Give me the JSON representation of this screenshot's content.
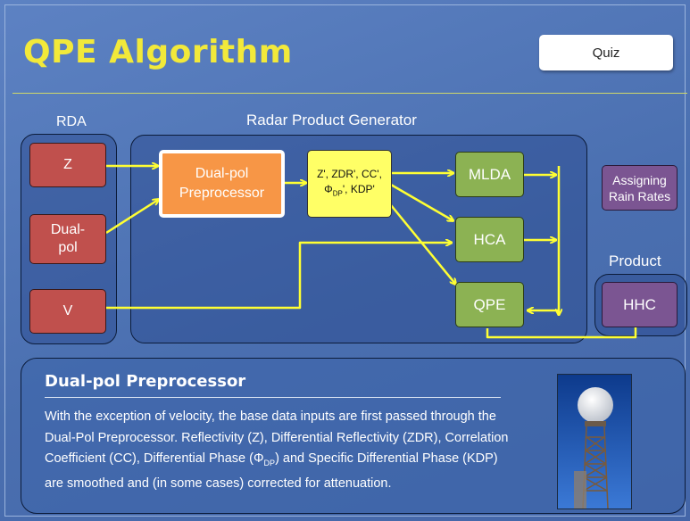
{
  "title": "QPE Algorithm",
  "quiz_label": "Quiz",
  "groups": {
    "rda": "RDA",
    "rpg": "Radar Product Generator",
    "product": "Product"
  },
  "nodes": {
    "z": "Z",
    "dualpol_line1": "Dual-",
    "dualpol_line2": "pol",
    "v": "V",
    "preproc_line1": "Dual-pol",
    "preproc_line2": "Preprocessor",
    "vars_line1": "Z', ZDR', CC',",
    "vars_line2_phi": "Φ",
    "vars_line2_sub": "DP",
    "vars_line2_rest": "', KDP'",
    "mlda": "MLDA",
    "hca": "HCA",
    "qpe": "QPE",
    "rain_line1": "Assigning",
    "rain_line2": "Rain Rates",
    "hhc": "HHC"
  },
  "info": {
    "title": "Dual-pol Preprocessor",
    "body_part1": "With the exception of velocity, the base data inputs are first passed through the Dual-Pol Preprocessor. Reflectivity (Z), Differential Reflectivity (ZDR), Correlation Coefficient (CC), Differential Phase (Φ",
    "body_sub": "DP",
    "body_part2": ") and Specific Differential Phase (KDP) are smoothed and (in some cases) corrected for attenuation."
  },
  "colors": {
    "title": "#f2e93a",
    "arrow": "#ffff33",
    "red_node": "#c0504d",
    "green_node": "#8cb253",
    "purple_node": "#7b5592",
    "orange_node": "#f79646",
    "yellow_node": "#ffff66"
  },
  "icons": {
    "photo": "radar-tower-photo"
  }
}
